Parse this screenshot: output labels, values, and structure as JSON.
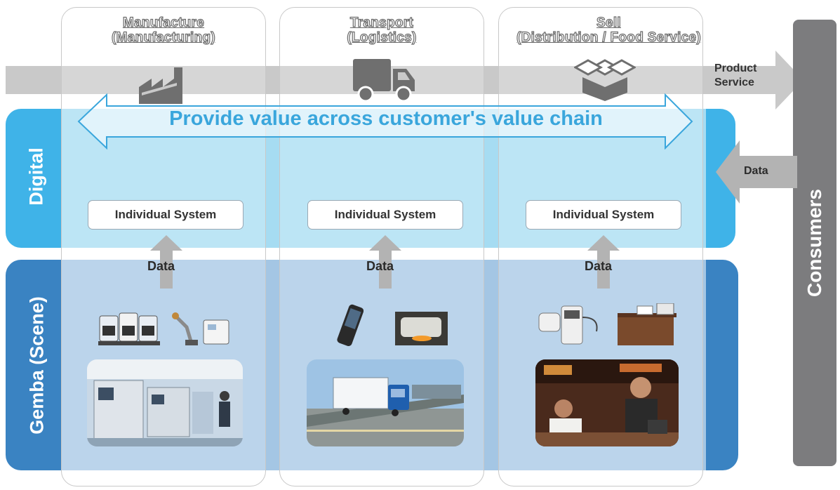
{
  "columns": [
    {
      "title_line1": "Manufacture",
      "title_line2": "(Manufacturing)",
      "system": "Individual System",
      "data_label": "Data"
    },
    {
      "title_line1": "Transport",
      "title_line2": "(Logistics)",
      "system": "Individual System",
      "data_label": "Data"
    },
    {
      "title_line1": "Sell",
      "title_line2": "(Distribution / Food Service)",
      "system": "Individual System",
      "data_label": "Data"
    }
  ],
  "rows": {
    "digital": "Digital",
    "gemba": "Gemba (Scene)"
  },
  "consumers": "Consumers",
  "product_arrow": {
    "line1": "Product",
    "line2": "Service"
  },
  "consumer_data_label": "Data",
  "value_chain_text": "Provide value across customer's value chain",
  "colors": {
    "digital_band": "#3fb3e8",
    "gemba_band": "#3a83c2",
    "gray": "#8a8a8a",
    "accent_text": "#3aa6dc"
  },
  "icons": [
    "factory-icon",
    "truck-icon",
    "box-icon"
  ]
}
